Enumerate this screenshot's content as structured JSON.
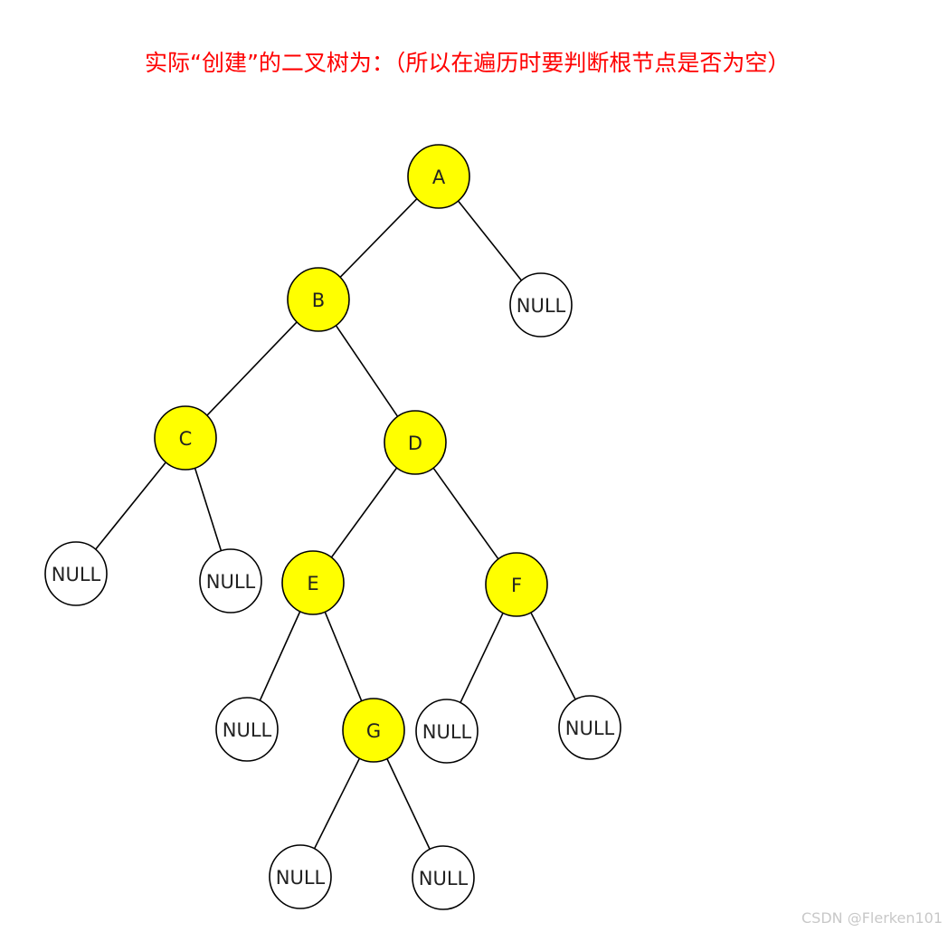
{
  "title": "实际“创建”的二叉树为：（所以在遍历时要判断根节点是否为空）",
  "watermark": "CSDN @Flerken101",
  "colors": {
    "filled": "#ffff00",
    "empty": "#ffffff",
    "stroke": "#000000",
    "title": "#ff0000"
  },
  "nodes": [
    {
      "id": "A",
      "label": "A",
      "filled": true
    },
    {
      "id": "nA",
      "label": "NULL",
      "filled": false
    },
    {
      "id": "B",
      "label": "B",
      "filled": true
    },
    {
      "id": "C",
      "label": "C",
      "filled": true
    },
    {
      "id": "D",
      "label": "D",
      "filled": true
    },
    {
      "id": "nC1",
      "label": "NULL",
      "filled": false
    },
    {
      "id": "nC2",
      "label": "NULL",
      "filled": false
    },
    {
      "id": "E",
      "label": "E",
      "filled": true
    },
    {
      "id": "F",
      "label": "F",
      "filled": true
    },
    {
      "id": "nE",
      "label": "NULL",
      "filled": false
    },
    {
      "id": "G",
      "label": "G",
      "filled": true
    },
    {
      "id": "nF1",
      "label": "NULL",
      "filled": false
    },
    {
      "id": "nF2",
      "label": "NULL",
      "filled": false
    },
    {
      "id": "nG1",
      "label": "NULL",
      "filled": false
    },
    {
      "id": "nG2",
      "label": "NULL",
      "filled": false
    }
  ],
  "edges": [
    [
      "A",
      "B"
    ],
    [
      "A",
      "nA"
    ],
    [
      "B",
      "C"
    ],
    [
      "B",
      "D"
    ],
    [
      "C",
      "nC1"
    ],
    [
      "C",
      "nC2"
    ],
    [
      "D",
      "E"
    ],
    [
      "D",
      "F"
    ],
    [
      "E",
      "nE"
    ],
    [
      "E",
      "G"
    ],
    [
      "F",
      "nF1"
    ],
    [
      "F",
      "nF2"
    ],
    [
      "G",
      "nG1"
    ],
    [
      "G",
      "nG2"
    ]
  ]
}
